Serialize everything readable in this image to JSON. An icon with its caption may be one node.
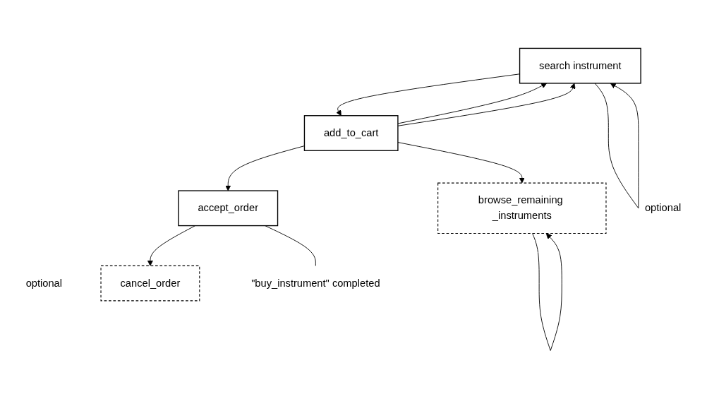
{
  "diagram": {
    "nodes": [
      {
        "text": [
          "search instrument"
        ]
      },
      {
        "text": [
          "add_to_cart"
        ]
      },
      {
        "text": [
          "browse_remaining _instruments"
        ],
        "beside": [
          "optional"
        ]
      },
      {
        "text": [
          "accept_order"
        ]
      },
      {
        "text": [
          "cancel_order"
        ],
        "beside": [
          "optional"
        ]
      },
      {
        "text": [
          "\"buy_instrument\" completed"
        ]
      }
    ],
    "edges": [
      {
        "from": 0,
        "to": 0,
        "arrow": "to"
      },
      {
        "from": 0,
        "to": 1,
        "arrow": "to"
      },
      {
        "from": 1,
        "to": 0,
        "arrow": "to"
      },
      {
        "from": 1,
        "to": 0,
        "arrow": "to"
      },
      {
        "from": 1,
        "to": 2,
        "arrow": "to"
      },
      {
        "from": 2,
        "to": 2,
        "arrow": "to"
      },
      {
        "from": 1,
        "to": 3,
        "arrow": "to"
      },
      {
        "from": 3,
        "to": 4,
        "arrow": "to"
      },
      {
        "from": 3,
        "to": 5,
        "arrow": "none"
      }
    ]
  }
}
